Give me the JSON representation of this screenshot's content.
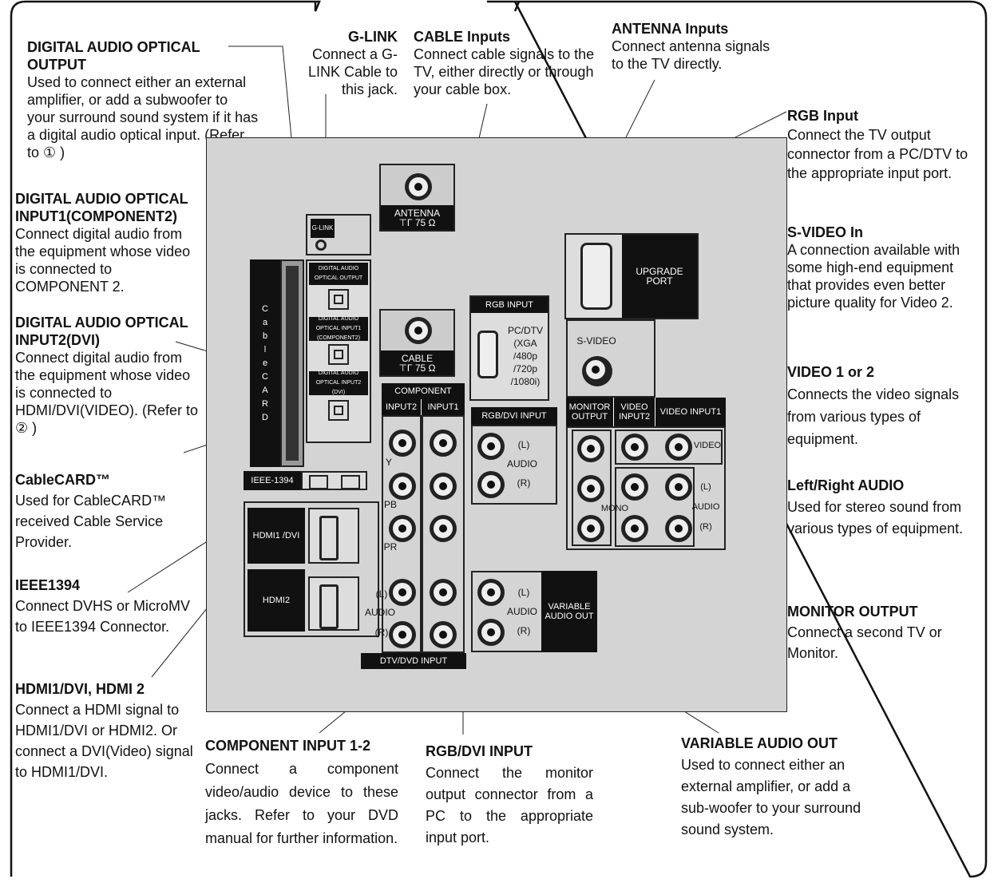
{
  "labels": {
    "digital_audio_optical_output": {
      "title": "DIGITAL AUDIO OPTICAL OUTPUT",
      "desc": "Used to connect either an external amplifier, or add a subwoofer to your surround sound system if it has a digital audio optical input. (Refer to ① )"
    },
    "g_link": {
      "title": "G-LINK",
      "desc": "Connect a G-LINK Cable to this jack."
    },
    "cable_inputs": {
      "title": "CABLE Inputs",
      "desc": "Connect cable signals to the TV, either directly or through your cable box."
    },
    "antenna_inputs": {
      "title": "ANTENNA Inputs",
      "desc": "Connect antenna signals to the TV directly."
    },
    "rgb_input": {
      "title": "RGB Input",
      "desc": "Connect the TV output connector from a PC/DTV to the appropriate input port."
    },
    "optical_input1": {
      "title": "DIGITAL AUDIO OPTICAL INPUT1(COMPONENT2)",
      "desc": "Connect digital audio from the equipment whose video is connected to COMPONENT 2."
    },
    "optical_input2": {
      "title": "DIGITAL AUDIO OPTICAL INPUT2(DVI)",
      "desc": "Connect digital audio from the equipment whose video is connected to HDMI/DVI(VIDEO). (Refer to ② )"
    },
    "s_video_in": {
      "title": "S-VIDEO In",
      "desc": "A connection available with some high-end equipment that provides even better picture quality for Video 2."
    },
    "video_1_or_2": {
      "title": "VIDEO 1 or 2",
      "desc": "Connects the video signals from various types of equipment."
    },
    "cablecard": {
      "title": "CableCARD™",
      "desc": "Used for CableCARD™ received Cable Service Provider."
    },
    "left_right_audio": {
      "title": "Left/Right AUDIO",
      "desc": "Used for stereo sound from various types of equipment."
    },
    "ieee1394": {
      "title": "IEEE1394",
      "desc": "Connect DVHS or MicroMV to IEEE1394 Connector."
    },
    "monitor_output": {
      "title": "MONITOR OUTPUT",
      "desc": "Connect a second TV or Monitor."
    },
    "hdmi": {
      "title": "HDMI1/DVI, HDMI 2",
      "desc": "Connect a HDMI signal to HDMI1/DVI or HDMI2. Or connect a DVI(Video) signal to HDMI1/DVI."
    },
    "component_input": {
      "title": "COMPONENT INPUT 1-2",
      "desc": "Connect a component video/audio device to these jacks. Refer to your DVD manual for further information."
    },
    "rgb_dvi_input": {
      "title": "RGB/DVI INPUT",
      "desc": "Connect the monitor output connector from a PC to the appropriate input port."
    },
    "variable_audio_out": {
      "title": "VARIABLE AUDIO OUT",
      "desc": "Used to connect either an external amplifier, or add a sub-woofer to your surround sound system."
    }
  },
  "panel": {
    "antenna": "ANTENNA",
    "antenna_ohm": "⊤Γ 75 Ω",
    "cable": "CABLE",
    "cable_ohm": "⊤Γ 75 Ω",
    "g_link": "G-LINK",
    "opt_out": "DIGITAL AUDIO OPTICAL OUTPUT",
    "opt_in1": "DIGITAL AUDIO OPTICAL INPUT1 (COMPONENT2)",
    "opt_in2": "DIGITAL AUDIO OPTICAL INPUT2 (DVI)",
    "cablecard_vertical": "C a b l e C A R D",
    "upgrade_port": "UPGRADE PORT",
    "rgb_input": "RGB INPUT",
    "pc_dtv": "PC/DTV (XGA /480p /720p /1080i)",
    "component": "COMPONENT",
    "input2": "INPUT2",
    "input1": "INPUT1",
    "rgb_dvi_input": "RGB/DVI INPUT",
    "s_video": "S-VIDEO",
    "monitor_output": "MONITOR OUTPUT",
    "video_input2": "VIDEO INPUT2",
    "video_input1": "VIDEO INPUT1",
    "video": "VIDEO",
    "ieee": "IEEE-1394",
    "hdmi1": "HDMI1 /DVI",
    "hdmi2": "HDMI2",
    "y": "Y",
    "pb": "PB",
    "pr": "PR",
    "audio_l": "(L)",
    "audio": "AUDIO",
    "audio_r": "(R)",
    "mono": "MONO",
    "variable_audio_out": "VARIABLE AUDIO OUT",
    "dtv_dvd_input": "DTV/DVD INPUT"
  }
}
